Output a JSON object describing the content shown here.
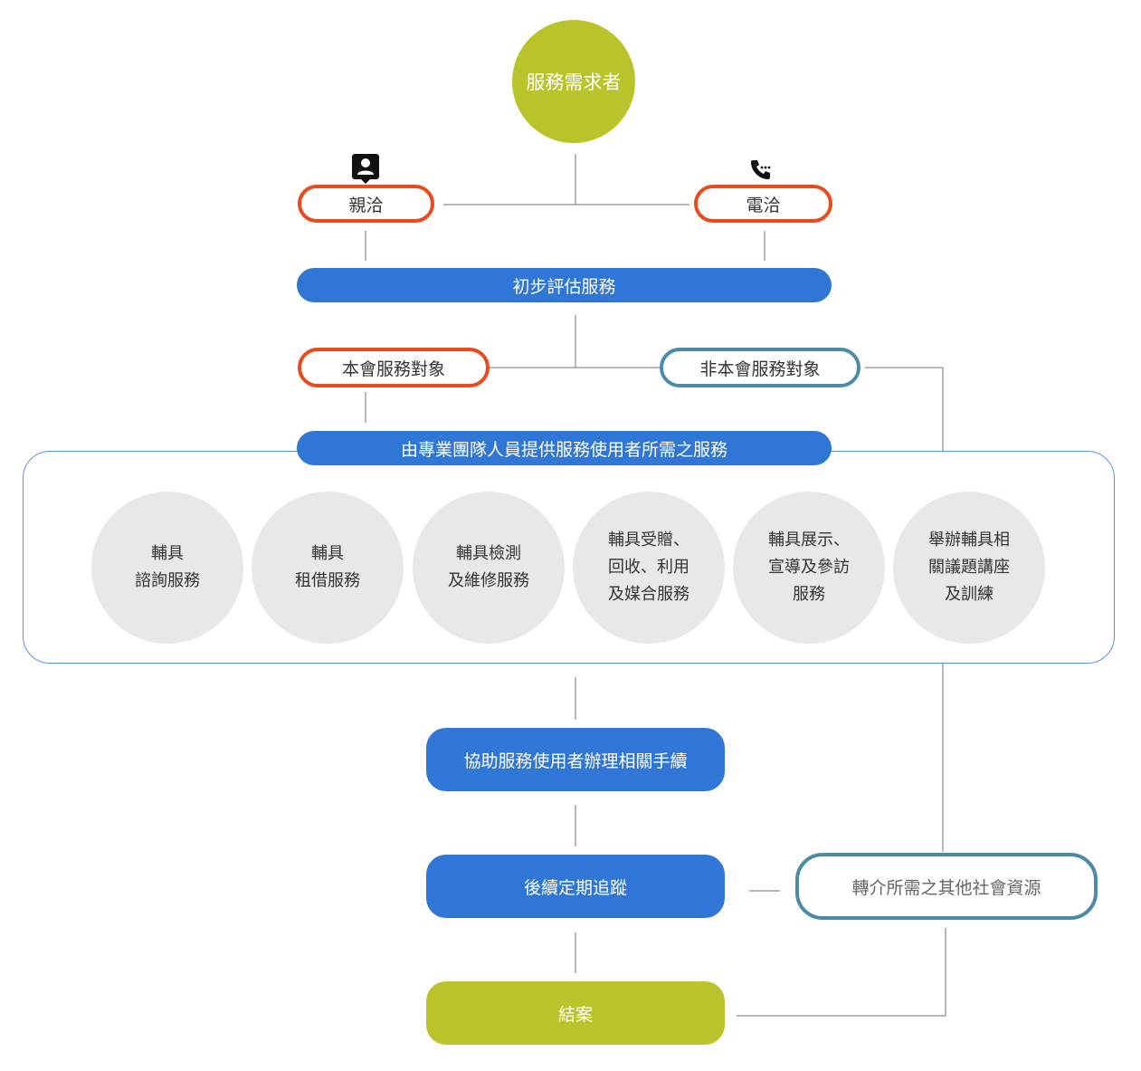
{
  "diagram": {
    "start": "服務需求者",
    "channels": {
      "in_person": {
        "label": "親洽",
        "icon": "person-badge-icon"
      },
      "phone": {
        "label": "電洽",
        "icon": "phone-icon"
      }
    },
    "initial_assessment": "初步評估服務",
    "member": "本會服務對象",
    "non_member": "非本會服務對象",
    "team_service": "由專業團隊人員提供服務使用者所需之服務",
    "services": [
      "輔具\n諮詢服務",
      "輔具\n租借服務",
      "輔具檢測\n及維修服務",
      "輔具受贈、\n回收、利用\n及媒合服務",
      "輔具展示、\n宣導及參訪\n服務",
      "舉辦輔具相\n關議題講座\n及訓練"
    ],
    "assist_procedures": "協助服務使用者辦理相關手續",
    "follow_up": "後續定期追蹤",
    "referral": "轉介所需之其他社會資源",
    "close_case": "結案"
  },
  "colors": {
    "green": "#b9c42a",
    "orange": "#ea4a1c",
    "teal": "#4b8ba6",
    "blue": "#2f76d6",
    "service_circle": "#e8e8e8",
    "connector": "#8a8a8a"
  }
}
